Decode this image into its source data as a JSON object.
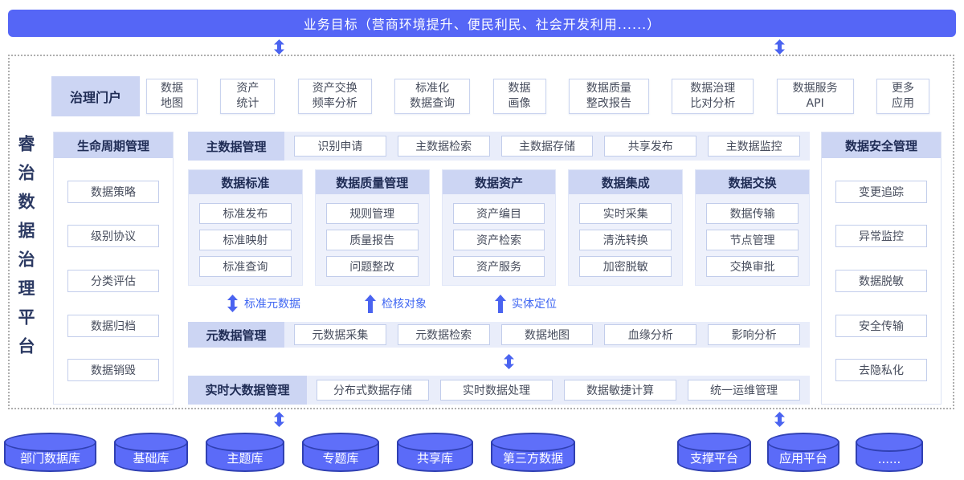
{
  "colors": {
    "banner_blue": "#5566F6",
    "header_lavender": "#ccd5f3",
    "row_bg": "#e9edfa",
    "arrow_blue": "#4a63f0",
    "flow_label_blue": "#3f66f2",
    "cylinder_blue": "#5b6bf8",
    "cylinder_border": "#3040b2",
    "heading_navy": "#1f2c55"
  },
  "banner": {
    "title": "业务目标（营商环境提升、便民利民、社会开发利用......）"
  },
  "platform": {
    "title": "睿治数据治理平台"
  },
  "portal": {
    "label": "治理门户",
    "items": [
      "数据\n地图",
      "资产\n统计",
      "资产交换\n频率分析",
      "标准化\n数据查询",
      "数据\n画像",
      "数据质量\n整改报告",
      "数据治理\n比对分析",
      "数据服务\nAPI",
      "更多\n应用"
    ]
  },
  "lifecycle": {
    "label": "生命周期管理",
    "items": [
      "数据策略",
      "级别协议",
      "分类评估",
      "数据归档",
      "数据销毁"
    ]
  },
  "master_data": {
    "label": "主数据管理",
    "items": [
      "识别申请",
      "主数据检索",
      "主数据存储",
      "共享发布",
      "主数据监控"
    ]
  },
  "pillars": [
    {
      "label": "数据标准",
      "items": [
        "标准发布",
        "标准映射",
        "标准查询"
      ]
    },
    {
      "label": "数据质量管理",
      "items": [
        "规则管理",
        "质量报告",
        "问题整改"
      ]
    },
    {
      "label": "数据资产",
      "items": [
        "资产编目",
        "资产检索",
        "资产服务"
      ]
    },
    {
      "label": "数据集成",
      "items": [
        "实时采集",
        "清洗转换",
        "加密脱敏"
      ]
    },
    {
      "label": "数据交换",
      "items": [
        "数据传输",
        "节点管理",
        "交换审批"
      ]
    }
  ],
  "flows": [
    {
      "label": "标准元数据",
      "type": "double"
    },
    {
      "label": "检核对象",
      "type": "up"
    },
    {
      "label": "实体定位",
      "type": "up"
    }
  ],
  "metadata_mgmt": {
    "label": "元数据管理",
    "items": [
      "元数据采集",
      "元数据检索",
      "数据地图",
      "血缘分析",
      "影响分析"
    ]
  },
  "bigdata_mgmt": {
    "label": "实时大数据管理",
    "items": [
      "分布式数据存储",
      "实时数据处理",
      "数据敏捷计算",
      "统一运维管理"
    ]
  },
  "security": {
    "label": "数据安全管理",
    "items": [
      "变更追踪",
      "异常监控",
      "数据脱敏",
      "安全传输",
      "去隐私化"
    ]
  },
  "sources": {
    "databases": [
      "部门数据库",
      "基础库",
      "主题库",
      "专题库",
      "共享库",
      "第三方数据"
    ],
    "platforms": [
      "支撑平台",
      "应用平台",
      "......"
    ]
  }
}
